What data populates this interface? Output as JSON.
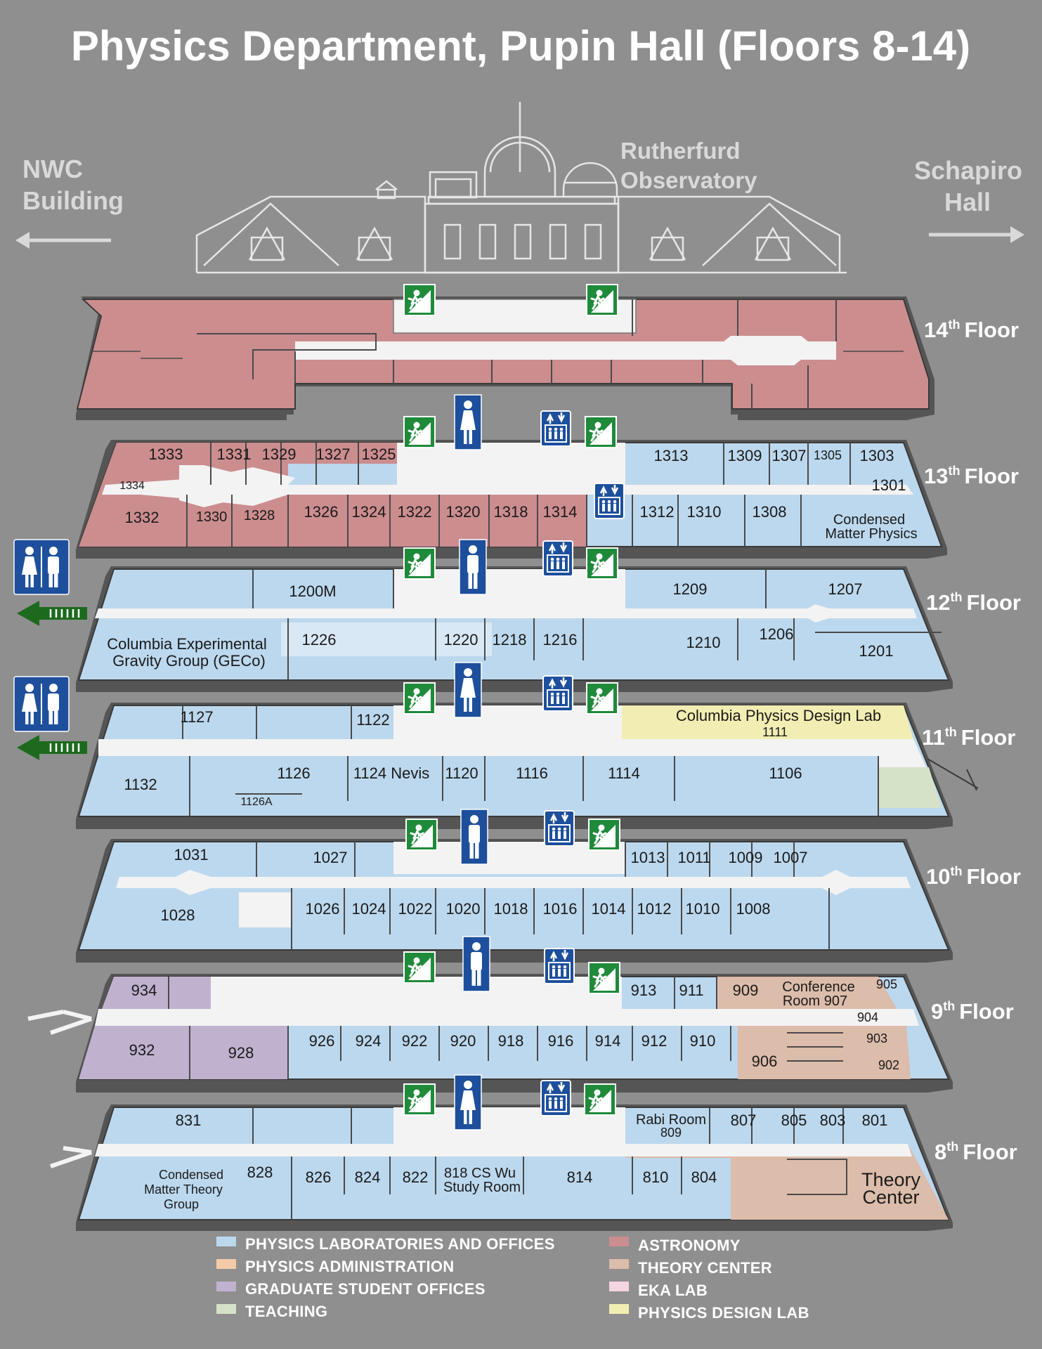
{
  "title": "Physics Department, Pupin Hall (Floors 8-14)",
  "left_building": [
    "NWC",
    "Building"
  ],
  "right_building": [
    "Schapiro",
    "Hall"
  ],
  "observatory": [
    "Rutherfurd",
    "Observatory"
  ],
  "colors": {
    "background": "#8f8f8f",
    "labs_offices": "#bcd8ee",
    "administration": "#f4cba9",
    "graduate": "#c0b2cf",
    "teaching": "#d6e2c8",
    "astronomy": "#cc8d8f",
    "theory_center": "#dcbcaa",
    "eka_lab": "#f5d5e1",
    "design_lab": "#f2edb2",
    "exit_sign": "#1f8a3a",
    "restroom_sign": "#1d4f9c"
  },
  "floors": [
    {
      "num": "14",
      "sup": "th",
      "word": "Floor",
      "rooms": []
    },
    {
      "num": "13",
      "sup": "th",
      "word": "Floor",
      "rooms": [
        "1333",
        "1331",
        "1329",
        "1327",
        "1325",
        "1334",
        "1332",
        "1330",
        "1328",
        "1326",
        "1324",
        "1322",
        "1320",
        "1318",
        "1314",
        "1313",
        "1309",
        "1307",
        "1305",
        "1303",
        "1301",
        "1312",
        "1310",
        "1308",
        "Condensed",
        "Matter Physics"
      ]
    },
    {
      "num": "12",
      "sup": "th",
      "word": "Floor",
      "rooms": [
        "1200M",
        "1209",
        "1207",
        "Columbia Experimental",
        "Gravity Group (GECo)",
        "1226",
        "1220",
        "1218",
        "1216",
        "1210",
        "1206",
        "1201"
      ]
    },
    {
      "num": "11",
      "sup": "th",
      "word": "Floor",
      "rooms": [
        "1127",
        "1122",
        "Columbia Physics Design Lab",
        "1111",
        "1132",
        "1126",
        "1126A",
        "1124 Nevis",
        "1120",
        "1116",
        "1114",
        "1106"
      ]
    },
    {
      "num": "10",
      "sup": "th",
      "word": "Floor",
      "rooms": [
        "1031",
        "1027",
        "1013",
        "1011",
        "1009",
        "1007",
        "1028",
        "1026",
        "1024",
        "1022",
        "1020",
        "1018",
        "1016",
        "1014",
        "1012",
        "1010",
        "1008"
      ]
    },
    {
      "num": "9",
      "sup": "th",
      "word": "Floor",
      "rooms": [
        "934",
        "913",
        "911",
        "909",
        "Conference",
        "Room 907",
        "905",
        "904",
        "903",
        "902",
        "932",
        "928",
        "926",
        "924",
        "922",
        "920",
        "918",
        "916",
        "914",
        "912",
        "910",
        "906"
      ]
    },
    {
      "num": "8",
      "sup": "th",
      "word": "Floor",
      "rooms": [
        "831",
        "Rabi Room",
        "809",
        "807",
        "805",
        "803",
        "801",
        "Condensed",
        "Matter Theory",
        "Group",
        "828",
        "826",
        "824",
        "822",
        "818 CS Wu",
        "Study Room",
        "814",
        "810",
        "804",
        "Theory",
        "Center"
      ]
    }
  ],
  "legend": [
    {
      "label": "PHYSICS LABORATORIES AND OFFICES",
      "color": "#bcd8ee"
    },
    {
      "label": "PHYSICS ADMINISTRATION",
      "color": "#f4cba9"
    },
    {
      "label": "GRADUATE STUDENT OFFICES",
      "color": "#c0b2cf"
    },
    {
      "label": "TEACHING",
      "color": "#d6e2c8"
    },
    {
      "label": "ASTRONOMY",
      "color": "#cc8d8f"
    },
    {
      "label": "THEORY CENTER",
      "color": "#dcbcaa"
    },
    {
      "label": "EKA LAB",
      "color": "#f5d5e1"
    },
    {
      "label": "PHYSICS DESIGN LAB",
      "color": "#f2edb2"
    }
  ],
  "icons": [
    "exit-icon",
    "elevator-icon",
    "restroom-women-icon",
    "restroom-men-icon",
    "restroom-all-icon",
    "arrow-left-icon",
    "arrow-right-icon"
  ]
}
